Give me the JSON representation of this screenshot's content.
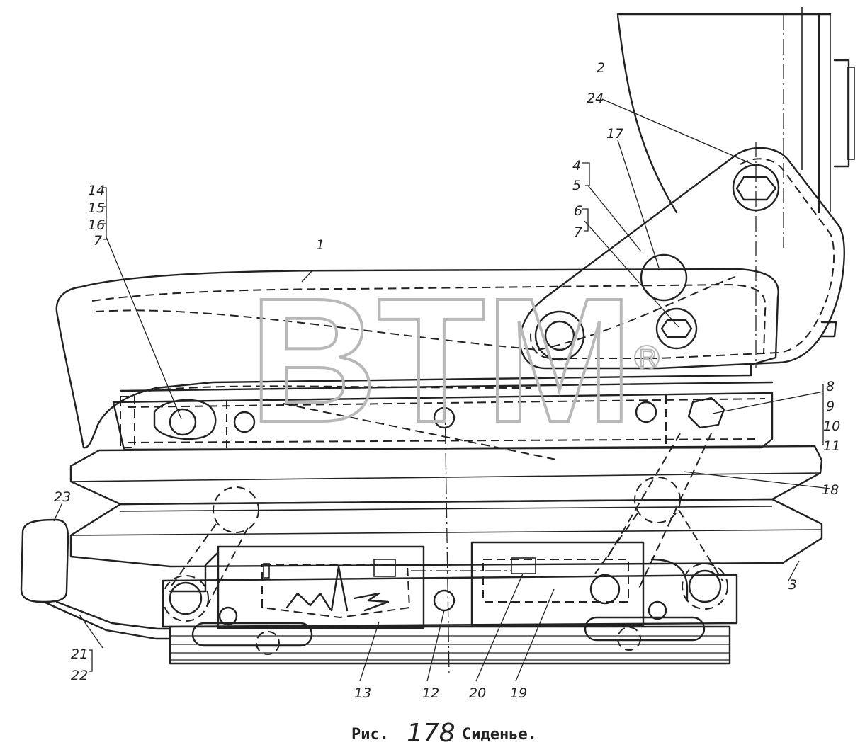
{
  "callouts": [
    {
      "id": "1",
      "text": "1"
    },
    {
      "id": "2",
      "text": "2"
    },
    {
      "id": "3",
      "text": "3"
    },
    {
      "id": "4",
      "text": "4"
    },
    {
      "id": "5",
      "text": "5"
    },
    {
      "id": "6",
      "text": "6"
    },
    {
      "id": "7a",
      "text": "7"
    },
    {
      "id": "7b",
      "text": "7"
    },
    {
      "id": "8",
      "text": "8"
    },
    {
      "id": "9",
      "text": "9"
    },
    {
      "id": "10",
      "text": "10"
    },
    {
      "id": "11",
      "text": "11"
    },
    {
      "id": "12",
      "text": "12"
    },
    {
      "id": "13",
      "text": "13"
    },
    {
      "id": "14",
      "text": "14"
    },
    {
      "id": "15",
      "text": "15"
    },
    {
      "id": "16",
      "text": "16"
    },
    {
      "id": "17",
      "text": "17"
    },
    {
      "id": "18",
      "text": "18"
    },
    {
      "id": "19",
      "text": "19"
    },
    {
      "id": "20",
      "text": "20"
    },
    {
      "id": "21",
      "text": "21"
    },
    {
      "id": "22",
      "text": "22"
    },
    {
      "id": "23",
      "text": "23"
    },
    {
      "id": "24",
      "text": "24"
    }
  ],
  "caption": {
    "prefix": "Рис.",
    "number": "178",
    "title": "Сиденье."
  },
  "watermark": {
    "text": "BTM",
    "registered": "R"
  }
}
